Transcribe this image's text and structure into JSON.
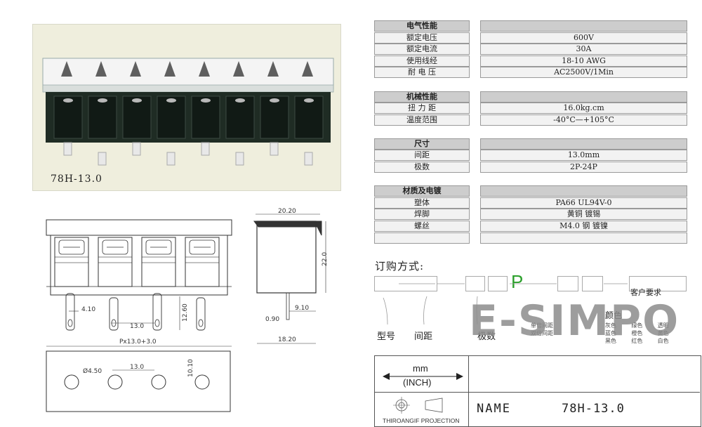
{
  "photo": {
    "caption": "78H-13.0"
  },
  "specs": {
    "electrical": {
      "header": "电气性能",
      "rows": [
        {
          "label": "额定电压",
          "value": "600V"
        },
        {
          "label": "额定电流",
          "value": "30A"
        },
        {
          "label": "使用线经",
          "value": "18-10 AWG"
        },
        {
          "label": "耐 电 压",
          "value": "AC2500V/1Min"
        }
      ]
    },
    "mechanical": {
      "header": "机械性能",
      "rows": [
        {
          "label": "扭 力 距",
          "value": "16.0kg.cm"
        },
        {
          "label": "温度范围",
          "value": "-40°C—+105°C"
        }
      ]
    },
    "dimensions": {
      "header": "尺寸",
      "rows": [
        {
          "label": "间距",
          "value": "13.0mm"
        },
        {
          "label": "极数",
          "value": "2P-24P"
        }
      ]
    },
    "material": {
      "header": "材质及电镀",
      "rows": [
        {
          "label": "塑体",
          "value": "PA66  UL94V-0"
        },
        {
          "label": "焊脚",
          "value": "黄铜 镀锡"
        },
        {
          "label": "螺丝",
          "value": "M4.0 钢 镀镍"
        }
      ]
    }
  },
  "front_drawing": {
    "dims": [
      "4.10",
      "13.0",
      "12.60",
      "Px13.0+3.0"
    ]
  },
  "side_drawing": {
    "dims": [
      "20.20",
      "22.0",
      "9.10",
      "0.90",
      "18.20"
    ]
  },
  "bottom_drawing": {
    "dims": [
      "Ø4.50",
      "13.0",
      "10.10"
    ]
  },
  "order": {
    "title": "订购方式:",
    "p_letter": "P",
    "customer": "客户要求",
    "labels": [
      "型号",
      "间距",
      "极数"
    ],
    "color_title": "颜色",
    "pin_options": [
      "单倍间距",
      "双倍间距"
    ],
    "colors": [
      "灰色",
      "绿色",
      "透明",
      "蓝色",
      "橙色",
      "黄色",
      "黑色",
      "红色",
      "白色"
    ]
  },
  "watermark": "E-SIMPO",
  "title_block": {
    "unit_mm": "mm",
    "unit_inch": "(INCH)",
    "projection": "THIROANGIF PROJECTION",
    "name_label": "NAME",
    "name_value": "78H-13.0"
  },
  "colors": {
    "terminal_body": "#1f2c24",
    "header_gray": "#cdcdcd",
    "accent_green": "#2ca02c"
  }
}
